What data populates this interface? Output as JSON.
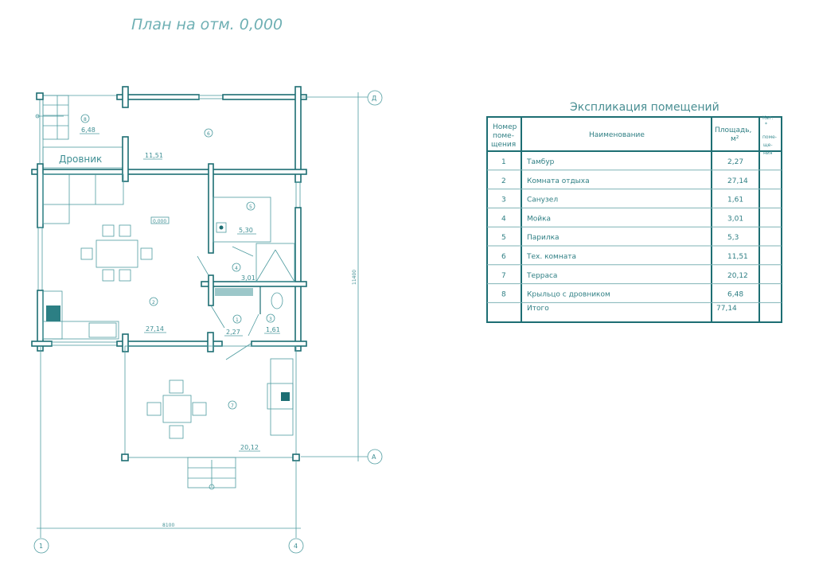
{
  "drawing_title": "План на отм. 0,000",
  "plan": {
    "woodshed_label": "Дровник",
    "level_mark": "0,000",
    "rooms": [
      {
        "num": "1",
        "area": "2,27"
      },
      {
        "num": "2",
        "area": "27,14"
      },
      {
        "num": "3",
        "area": "1,61"
      },
      {
        "num": "4",
        "area": "3,01"
      },
      {
        "num": "5",
        "area": "5,30"
      },
      {
        "num": "6",
        "area": "11,51"
      },
      {
        "num": "7",
        "area": "20,12"
      },
      {
        "num": "8",
        "area": "6,48"
      }
    ],
    "dim_width": "8100",
    "dim_height": "11400",
    "axes": {
      "left": "1",
      "right": "4",
      "top": "Д",
      "bottom": "А"
    }
  },
  "table": {
    "title": "Экспликация помещений",
    "headers": {
      "num": [
        "Номер",
        "поме-",
        "щения"
      ],
      "name": "Наименование",
      "area": [
        "Площадь,",
        "м²"
      ],
      "cat": [
        "Кат.",
        "*",
        "поме-",
        "ще-",
        "ния"
      ]
    },
    "rows": [
      {
        "num": "1",
        "name": "Тамбур",
        "area": "2,27"
      },
      {
        "num": "2",
        "name": "Комната отдыха",
        "area": "27,14"
      },
      {
        "num": "3",
        "name": "Санузел",
        "area": "1,61"
      },
      {
        "num": "4",
        "name": "Мойка",
        "area": "3,01"
      },
      {
        "num": "5",
        "name": "Парилка",
        "area": "5,3"
      },
      {
        "num": "6",
        "name": "Тех. комната",
        "area": "11,51"
      },
      {
        "num": "7",
        "name": "Терраса",
        "area": "20,12"
      },
      {
        "num": "8",
        "name": "Крыльцо с дровником",
        "area": "6,48"
      }
    ],
    "total_label": "Итого",
    "total_area": "77,14"
  }
}
